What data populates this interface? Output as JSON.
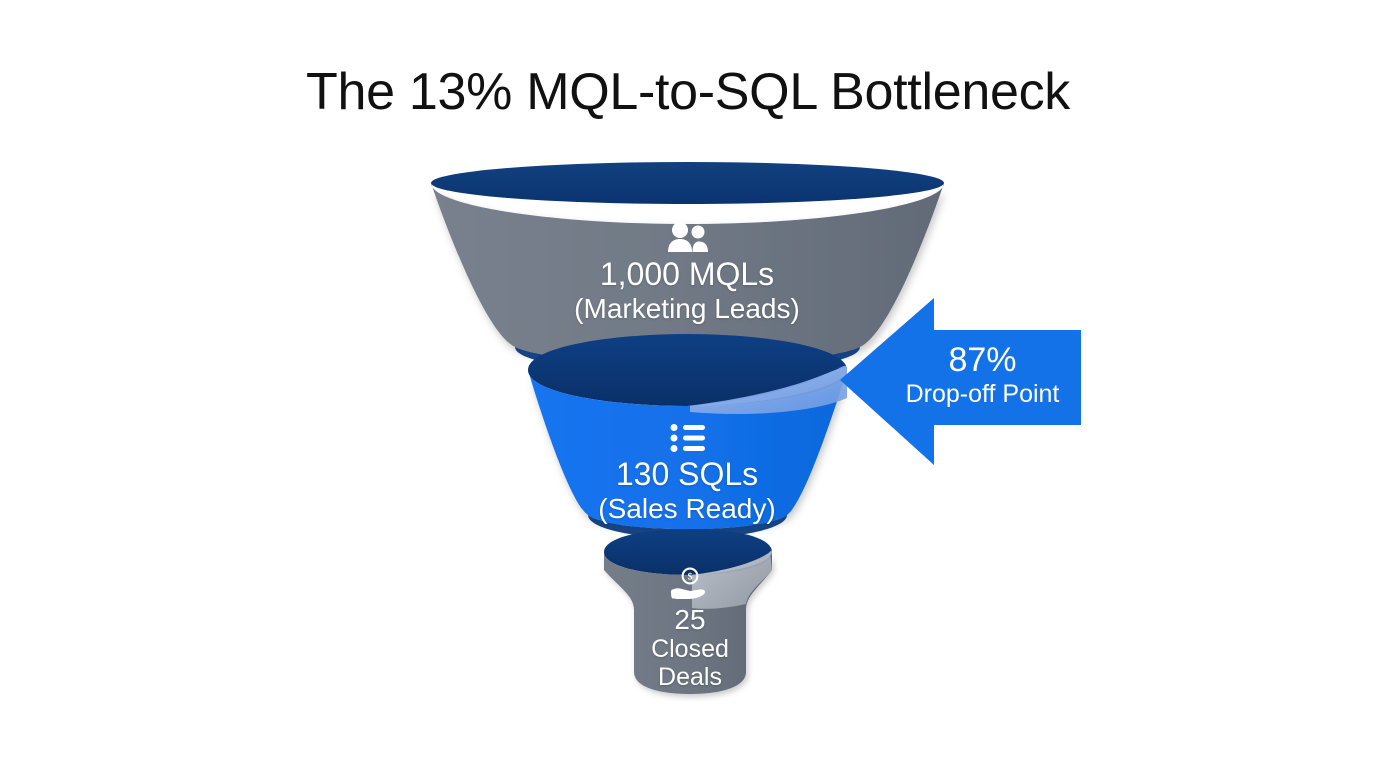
{
  "page": {
    "background_color": "#ffffff",
    "title": "The 13% MQL-to-SQL Bottleneck"
  },
  "colors": {
    "title_text": "#111111",
    "stage_gray": "#6f7884",
    "stage_gray_dark": "#5e6672",
    "stage_blue": "#1272ec",
    "stage_blue_light": "#7ea7e8",
    "rim_navy": "#0c3c84",
    "rim_navy_dark": "#0a3470",
    "callout_blue": "#1472e8",
    "label_text": "#ffffff"
  },
  "chart_data": {
    "type": "funnel",
    "title": "The 13% MQL-to-SQL Bottleneck",
    "xlabel": "",
    "ylabel": "",
    "stages": [
      {
        "id": "mqls",
        "value": 1000,
        "value_label": "1,000 MQLs",
        "sub_label": "(Marketing Leads)",
        "icon": "people-icon",
        "color": "#6f7884",
        "rim_color": "#0c3c84"
      },
      {
        "id": "sqls",
        "value": 130,
        "value_label": "130 SQLs",
        "sub_label": "(Sales Ready)",
        "icon": "list-icon",
        "color": "#1272ec",
        "rim_color": "#0c3c84"
      },
      {
        "id": "closed-deals",
        "value": 25,
        "value_label": "25",
        "sub_label": "Closed",
        "sub_label2": "Deals",
        "icon": "hand-money-icon",
        "color": "#6f7884",
        "rim_color": "#0c3c84"
      }
    ],
    "annotations": [
      {
        "id": "drop-off",
        "percent_label": "87%",
        "label": "Drop-off Point",
        "points_to": "sqls",
        "shape": "left-arrow",
        "color": "#1472e8"
      }
    ]
  },
  "callout": {
    "percent": "87%",
    "label": "Drop-off Point"
  }
}
